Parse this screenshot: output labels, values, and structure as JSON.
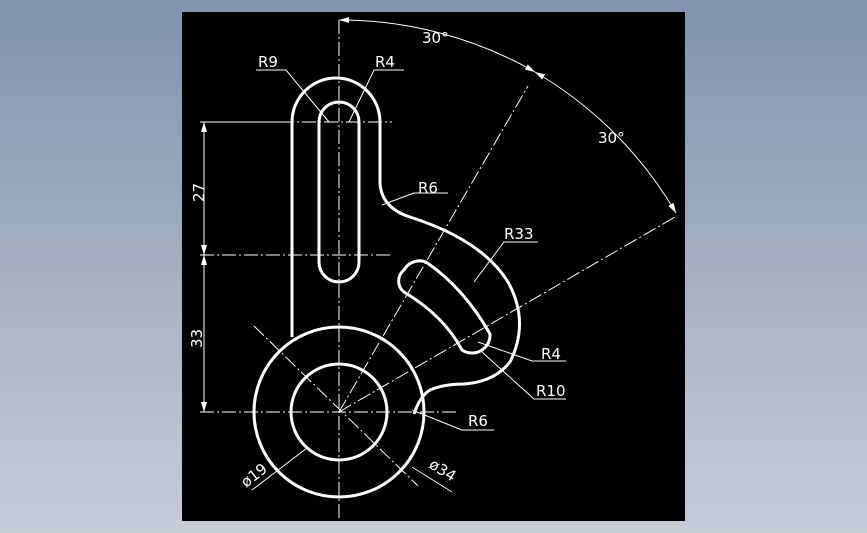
{
  "drawing": {
    "background_color": "#000000",
    "line_color": "#ffffff",
    "dimensions": {
      "radius_slot_top_outer": "R9",
      "radius_slot_top_inner": "R4",
      "radius_fillet_upper": "R6",
      "radius_arc_slot": "R33",
      "radius_arc_slot_width": "R4",
      "radius_arc_slot_end": "R10",
      "radius_fillet_lower": "R6",
      "height_upper": "27",
      "height_lower": "33",
      "diameter_hole": "ø19",
      "diameter_boss": "ø34",
      "angle_upper": "30°",
      "angle_lower": "30°"
    }
  }
}
